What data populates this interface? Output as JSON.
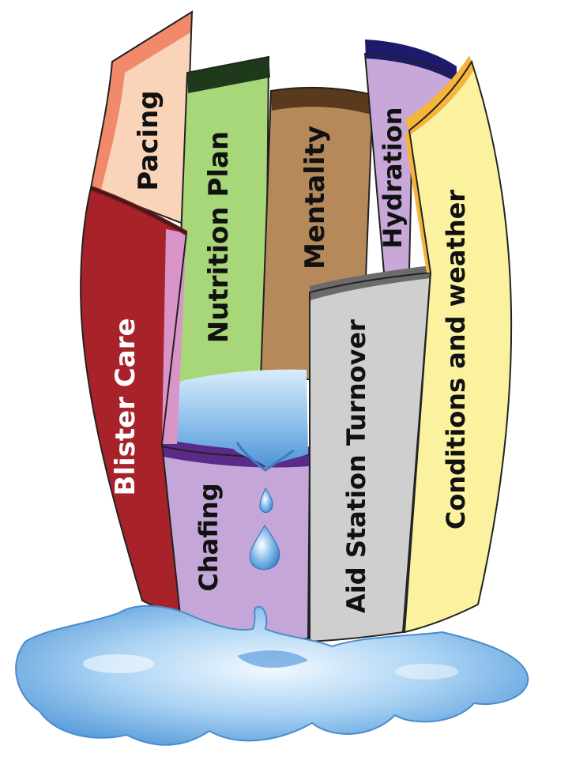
{
  "staves": [
    {
      "id": "pacing",
      "label": "Pacing",
      "face": "#f9d4b8",
      "rim": "#f08a6a",
      "text": "#111111"
    },
    {
      "id": "nutrition-plan",
      "label": "Nutrition Plan",
      "face": "#a8d77a",
      "rim": "#1f3a1a",
      "text": "#111111"
    },
    {
      "id": "mentality",
      "label": "Mentality",
      "face": "#b6895a",
      "rim": "#5a3a1c",
      "text": "#111111"
    },
    {
      "id": "hydration",
      "label": "Hydration",
      "face": "#c8a8d8",
      "rim": "#1e1b6e",
      "text": "#111111"
    },
    {
      "id": "blister-care",
      "label": "Blister Care",
      "face": "#a8222a",
      "rim": "#d994c8",
      "text": "#ffffff"
    },
    {
      "id": "chafing",
      "label": "Chafing",
      "face": "#c4a6d8",
      "rim": "#5a2a8a",
      "text": "#111111"
    },
    {
      "id": "aid-station-turnover",
      "label": "Aid Station Turnover",
      "face": "#cfcfcf",
      "rim": "#6b6b6b",
      "text": "#111111"
    },
    {
      "id": "conditions-and-weather",
      "label": "Conditions and weather",
      "face": "#fbf2a0",
      "rim": "#f5b43a",
      "text": "#111111"
    }
  ],
  "water_color": "#7fb7e6"
}
